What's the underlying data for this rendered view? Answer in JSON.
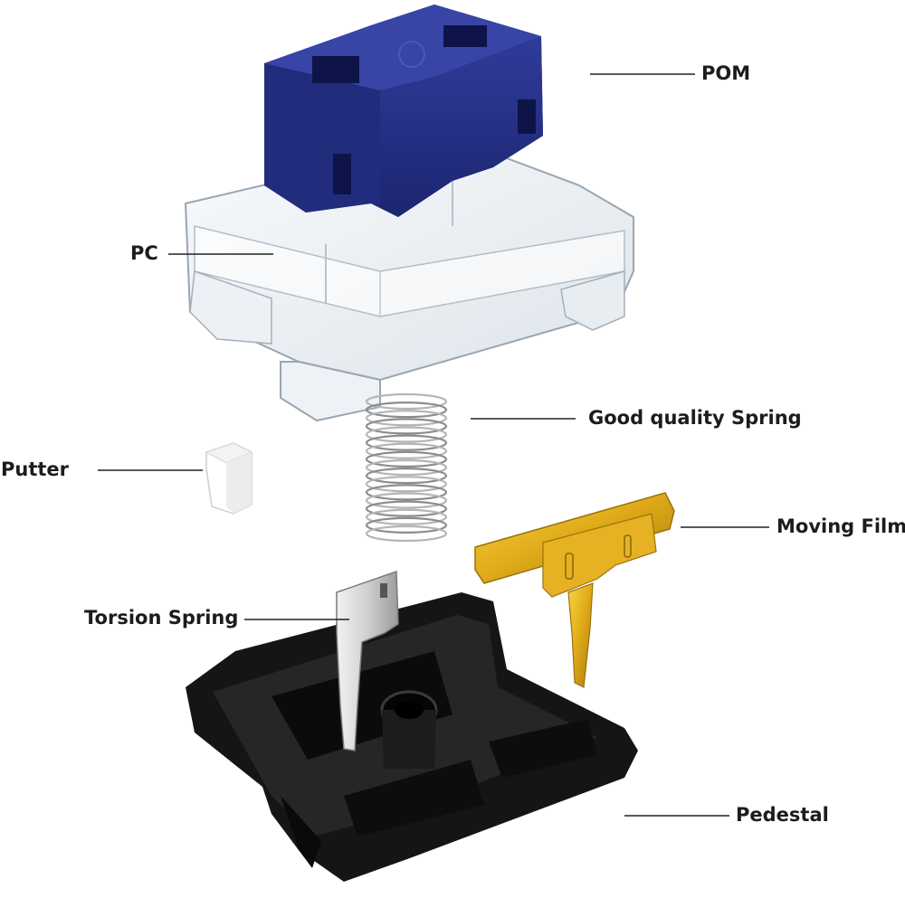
{
  "labels": {
    "pom": "POM",
    "pc": "PC",
    "spring": "Good quality Spring",
    "putter": "Putter",
    "moving_film": "Moving Film",
    "torsion_spring": "Torsion Spring",
    "pedestal": "Pedestal"
  },
  "colors": {
    "stem": "#26318a",
    "housing": "#e9eef3",
    "base": "#151515",
    "contact": "#d9a91c"
  }
}
